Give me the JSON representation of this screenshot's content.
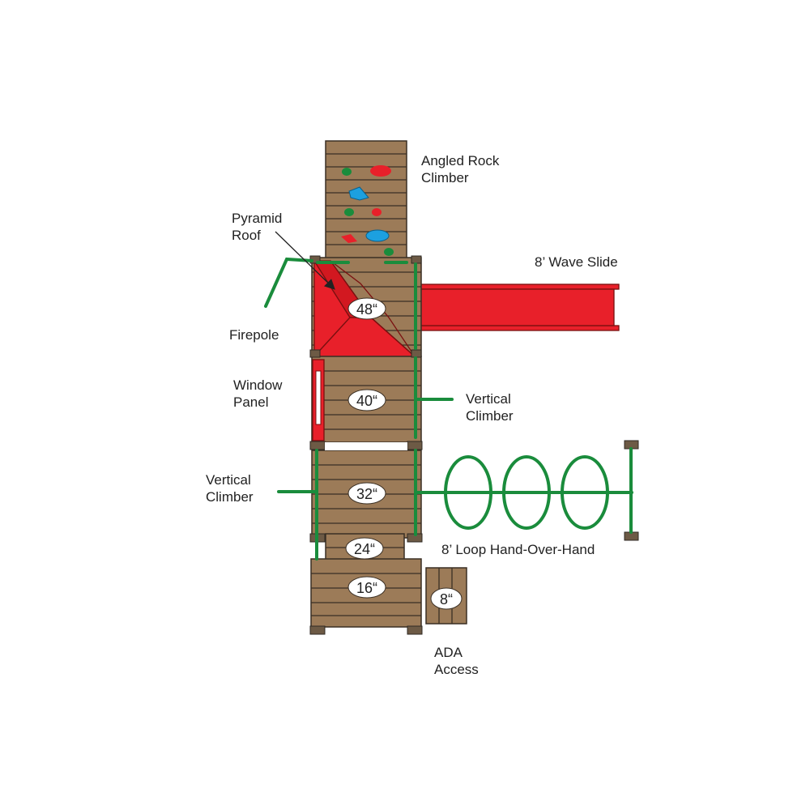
{
  "labels": {
    "rock_climber": [
      "Angled Rock",
      "Climber"
    ],
    "pyramid_roof": [
      "Pyramid",
      "Roof"
    ],
    "wave_slide": "8’ Wave Slide",
    "firepole": "Firepole",
    "window_panel": [
      "Window",
      "Panel"
    ],
    "vertical_climber_right": [
      "Vertical",
      "Climber"
    ],
    "vertical_climber_left": [
      "Vertical",
      "Climber"
    ],
    "loop_hand_over_hand": "8’ Loop Hand-Over-Hand",
    "ada_access": [
      "ADA",
      "Access"
    ]
  },
  "heights": {
    "deck_48": "48“",
    "deck_40": "40“",
    "deck_32": "32“",
    "step_24": "24“",
    "step_16": "16“",
    "ada_8": "8“"
  },
  "colors": {
    "wood": "#9c7b58",
    "wood_line": "#3a2f24",
    "post": "#6d5a45",
    "green": "#1a8c3c",
    "red": "#e8202a",
    "blue": "#1ca0e0"
  }
}
